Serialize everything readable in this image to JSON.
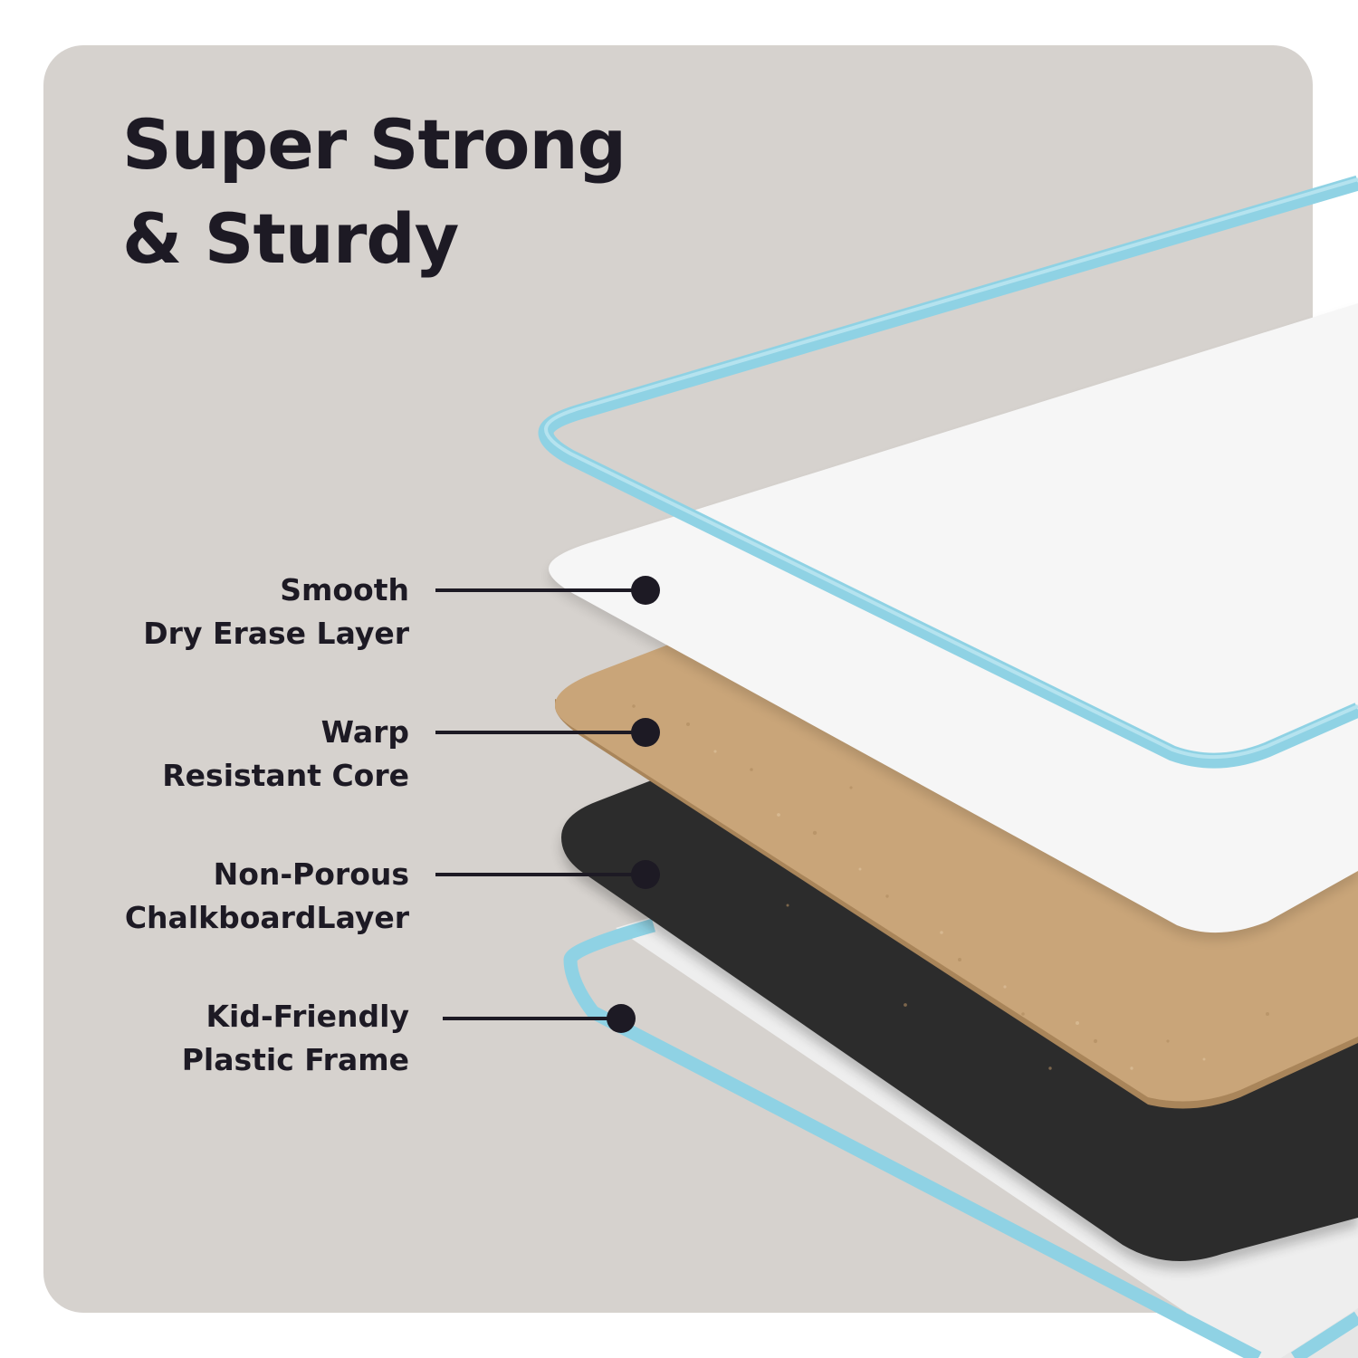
{
  "title": {
    "line1": "Super Strong",
    "line2": "& Sturdy"
  },
  "callouts": [
    {
      "line1": "Smooth",
      "line2": "Dry Erase Layer"
    },
    {
      "line1": "Warp",
      "line2": "Resistant Core"
    },
    {
      "line1": "Non-Porous",
      "line2": "ChalkboardLayer"
    },
    {
      "line1": "Kid-Friendly",
      "line2": "Plastic Frame"
    }
  ],
  "colors": {
    "panel_background": "#d6d2ce",
    "frame_blue": "#8fd2e4",
    "dry_erase_white": "#f6f6f6",
    "core_kraft": "#c9a579",
    "chalkboard_black": "#2c2c2c",
    "callout_ink": "#1d1a24"
  }
}
